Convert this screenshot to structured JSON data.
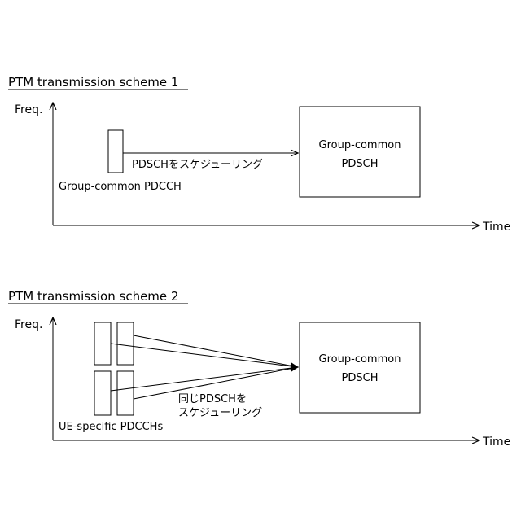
{
  "scheme1": {
    "title": "PTM transmission scheme 1",
    "freq_label": "Freq.",
    "time_label": "Time",
    "pdcch_label": "Group-common PDCCH",
    "arrow_label": "PDSCHをスケジューリング",
    "pdsch_line1": "Group-common",
    "pdsch_line2": "PDSCH"
  },
  "scheme2": {
    "title": "PTM transmission scheme 2",
    "freq_label": "Freq.",
    "time_label": "Time",
    "pdcch_label": "UE-specific PDCCHs",
    "arrow_label_line1": "同じPDSCHを",
    "arrow_label_line2": "スケジューリング",
    "pdsch_line1": "Group-common",
    "pdsch_line2": "PDSCH"
  }
}
